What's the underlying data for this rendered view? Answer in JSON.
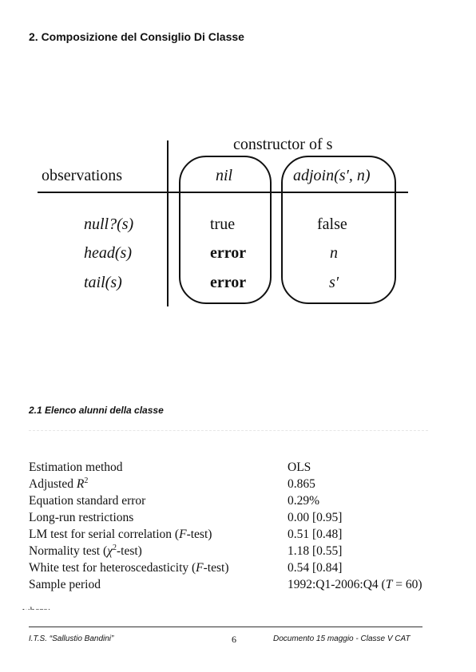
{
  "section_heading": "2. Composizione del Consiglio Di Classe",
  "subsection_heading": "2.1 Elenco alunni della classe",
  "table1": {
    "header_group": "constructor of s",
    "observations_label": "observations",
    "col_nil": "nil",
    "col_adjoin": "adjoin(s′, n)",
    "rows": [
      {
        "obs": "null?(s)",
        "nil": "true",
        "adjoin": "false"
      },
      {
        "obs": "head(s)",
        "nil": "error",
        "adjoin": "n"
      },
      {
        "obs": "tail(s)",
        "nil": "error",
        "adjoin": "s′"
      }
    ]
  },
  "table2": {
    "rows": [
      {
        "label": "Estimation method",
        "value": "OLS"
      },
      {
        "label_pre": "Adjusted ",
        "label_var": "R",
        "label_sup": "2",
        "value": "0.865"
      },
      {
        "label": "Equation standard error",
        "value": "0.29%"
      },
      {
        "label": "Long-run restrictions",
        "value": "0.00 [0.95]"
      },
      {
        "label_pre": "LM test for serial correlation (",
        "label_var": "F",
        "label_post": "-test)",
        "value": "0.51 [0.48]"
      },
      {
        "label_pre": "Normality test (",
        "label_var": "χ",
        "label_sup": "2",
        "label_post": "-test)",
        "value": "1.18 [0.55]"
      },
      {
        "label_pre": "White test for heteroscedasticity (",
        "label_var": "F",
        "label_post": "-test)",
        "value": "0.54 [0.84]"
      },
      {
        "label": "Sample period",
        "value_pre": "1992:Q1-2006:Q4 (",
        "value_var": "T",
        "value_post": " = 60)"
      }
    ],
    "trailing_text": "where:"
  },
  "footer": {
    "left": "I.T.S. “Sallustio Bandini”",
    "page": "6",
    "right": "Documento 15 maggio - Classe V  CAT"
  }
}
